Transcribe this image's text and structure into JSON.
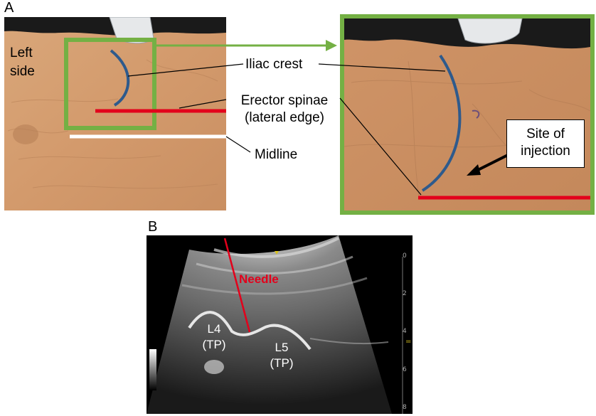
{
  "panel_a": {
    "letter": "A",
    "left_side_label_line1": "Left",
    "left_side_label_line2": "side",
    "iliac_crest_label": "Iliac crest",
    "erector_label_line1": "Erector spinae",
    "erector_label_line2": "(lateral edge)",
    "midline_label": "Midline",
    "site_label_line1": "Site of",
    "site_label_line2": "injection"
  },
  "panel_b": {
    "letter": "B",
    "needle_label": "Needle",
    "l4_label_line1": "L4",
    "l4_label_line2": "(TP)",
    "l5_label_line1": "L5",
    "l5_label_line2": "(TP)",
    "depth_ticks": [
      "0",
      "2",
      "4",
      "6",
      "8"
    ]
  },
  "colors": {
    "box_green": "#74b044",
    "crest_blue": "#2e5a8c",
    "line_red": "#e3001b",
    "needle_red": "#e3001b",
    "scale_yellow": "#d9c21f"
  }
}
